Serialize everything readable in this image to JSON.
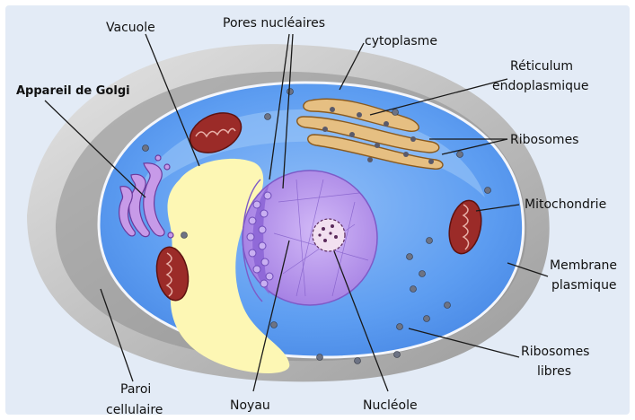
{
  "labels": {
    "vacuole": "Vacuole",
    "pores": "Pores nucléaires",
    "cytoplasme": "cytoplasme",
    "reticulum_1": "Réticulum",
    "reticulum_2": "endoplasmique",
    "golgi": "Appareil de Golgi",
    "ribosomes": "Ribosomes",
    "mitochondrie": "Mitochondrie",
    "membrane_1": "Membrane",
    "membrane_2": "plasmique",
    "ribosomes_libres_1": "Ribosomes",
    "ribosomes_libres_2": "libres",
    "paroi_1": "Paroi",
    "paroi_2": "cellulaire",
    "noyau": "Noyau",
    "nucleole": "Nucléole"
  },
  "colors": {
    "background": "#dfe8f5",
    "wall_outer": "#d3d3d3",
    "wall_inner": "#a5a5a5",
    "cytoplasm": "#5b9cf0",
    "cytoplasm_light": "#83b6f6",
    "vacuole": "#fdf7b4",
    "nucleus": "#b290ea",
    "nucleus_dark": "#8f67d6",
    "mitochondria": "#9b2b28",
    "golgi": "#c79ae8",
    "reticulum": "#e1b97c"
  }
}
